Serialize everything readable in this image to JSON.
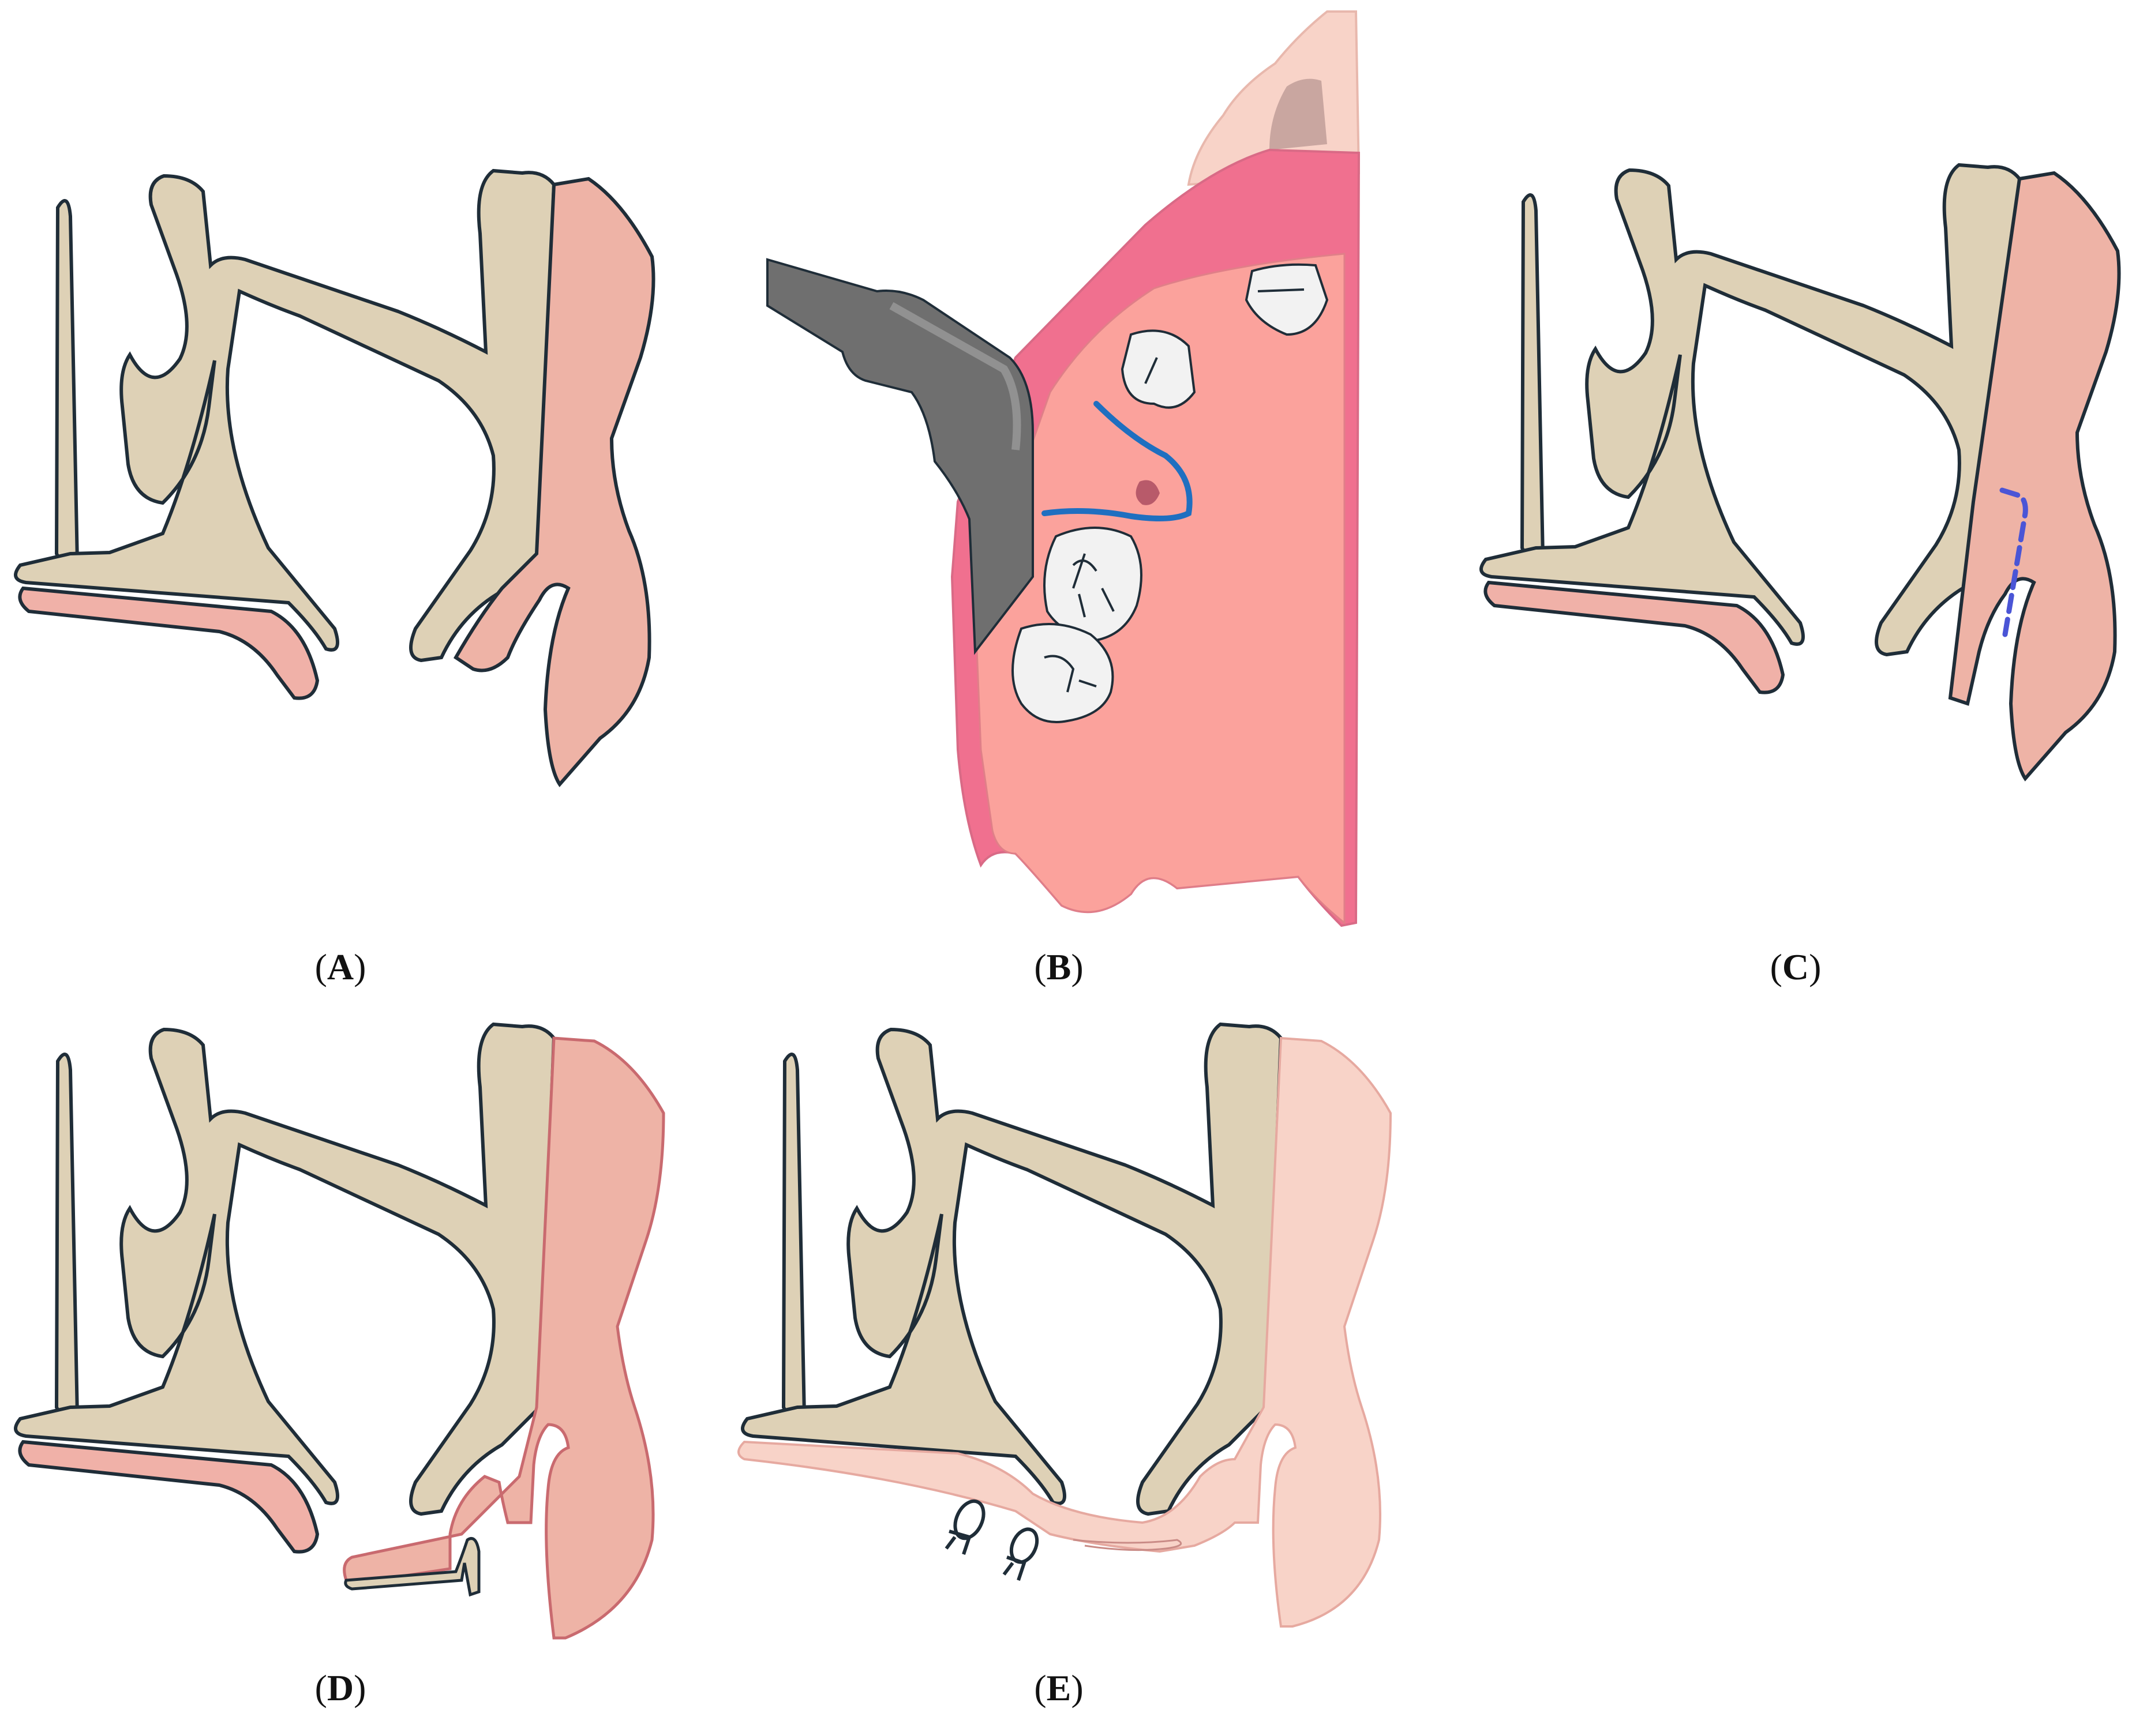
{
  "figure": {
    "panels": [
      {
        "id": "A",
        "caption_open": "(",
        "caption_letter": "A",
        "caption_close": ")"
      },
      {
        "id": "B",
        "caption_open": "(",
        "caption_letter": "B",
        "caption_close": ")"
      },
      {
        "id": "C",
        "caption_open": "(",
        "caption_letter": "C",
        "caption_close": ")"
      },
      {
        "id": "D",
        "caption_open": "(",
        "caption_letter": "D",
        "caption_close": ")"
      },
      {
        "id": "E",
        "caption_open": "(",
        "caption_letter": "E",
        "caption_close": ")"
      }
    ]
  },
  "colors": {
    "bone": "#ded1b6",
    "outline": "#1f2d38",
    "tissue": "#eeb3a6",
    "tissue_light": "#f8d3c8",
    "mucosa_strip": "#f0b1a8",
    "palate_outer": "#f0708f",
    "palate_inner": "#fba29c",
    "instrument": "#6f6f6f",
    "incision": "#1f6fc0",
    "dashed_incision": "#4a55d6",
    "teeth": "#f2f2f2"
  },
  "icons": {
    "instrument": "retractor-icon",
    "suture": "suture-knot-icon"
  }
}
